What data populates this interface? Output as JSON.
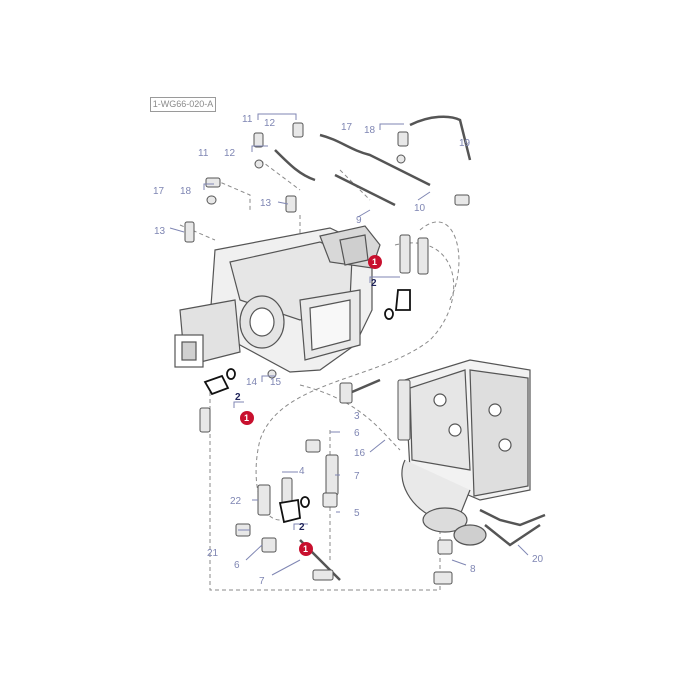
{
  "diagram": {
    "reference_code": "1-WG66-020-A",
    "callouts": [
      {
        "id": "c11a",
        "label": "11"
      },
      {
        "id": "c12a",
        "label": "12"
      },
      {
        "id": "c11b",
        "label": "11"
      },
      {
        "id": "c12b",
        "label": "12"
      },
      {
        "id": "c17a",
        "label": "17"
      },
      {
        "id": "c18a",
        "label": "18"
      },
      {
        "id": "c17b",
        "label": "17"
      },
      {
        "id": "c18b",
        "label": "18"
      },
      {
        "id": "c19",
        "label": "19"
      },
      {
        "id": "c13a",
        "label": "13"
      },
      {
        "id": "c13b",
        "label": "13"
      },
      {
        "id": "c9",
        "label": "9"
      },
      {
        "id": "c10",
        "label": "10"
      },
      {
        "id": "c14",
        "label": "14"
      },
      {
        "id": "c15",
        "label": "15"
      },
      {
        "id": "c3",
        "label": "3"
      },
      {
        "id": "c6a",
        "label": "6"
      },
      {
        "id": "c16",
        "label": "16"
      },
      {
        "id": "c4",
        "label": "4"
      },
      {
        "id": "c7a",
        "label": "7"
      },
      {
        "id": "c5",
        "label": "5"
      },
      {
        "id": "c22",
        "label": "22"
      },
      {
        "id": "c21",
        "label": "21"
      },
      {
        "id": "c6b",
        "label": "6"
      },
      {
        "id": "c7b",
        "label": "7"
      },
      {
        "id": "c8",
        "label": "8"
      },
      {
        "id": "c20",
        "label": "20"
      }
    ],
    "highlight_callouts": [
      {
        "id": "h2a",
        "label": "2"
      },
      {
        "id": "h2b",
        "label": "2"
      },
      {
        "id": "h2c",
        "label": "2"
      }
    ],
    "badges": [
      {
        "id": "b1a",
        "label": "1"
      },
      {
        "id": "b1b",
        "label": "1"
      },
      {
        "id": "b1c",
        "label": "1"
      }
    ],
    "colors": {
      "line": "#5a5a5a",
      "callout": "#7f86b3",
      "highlight": "#20245a",
      "badge": "#c8102e"
    }
  }
}
